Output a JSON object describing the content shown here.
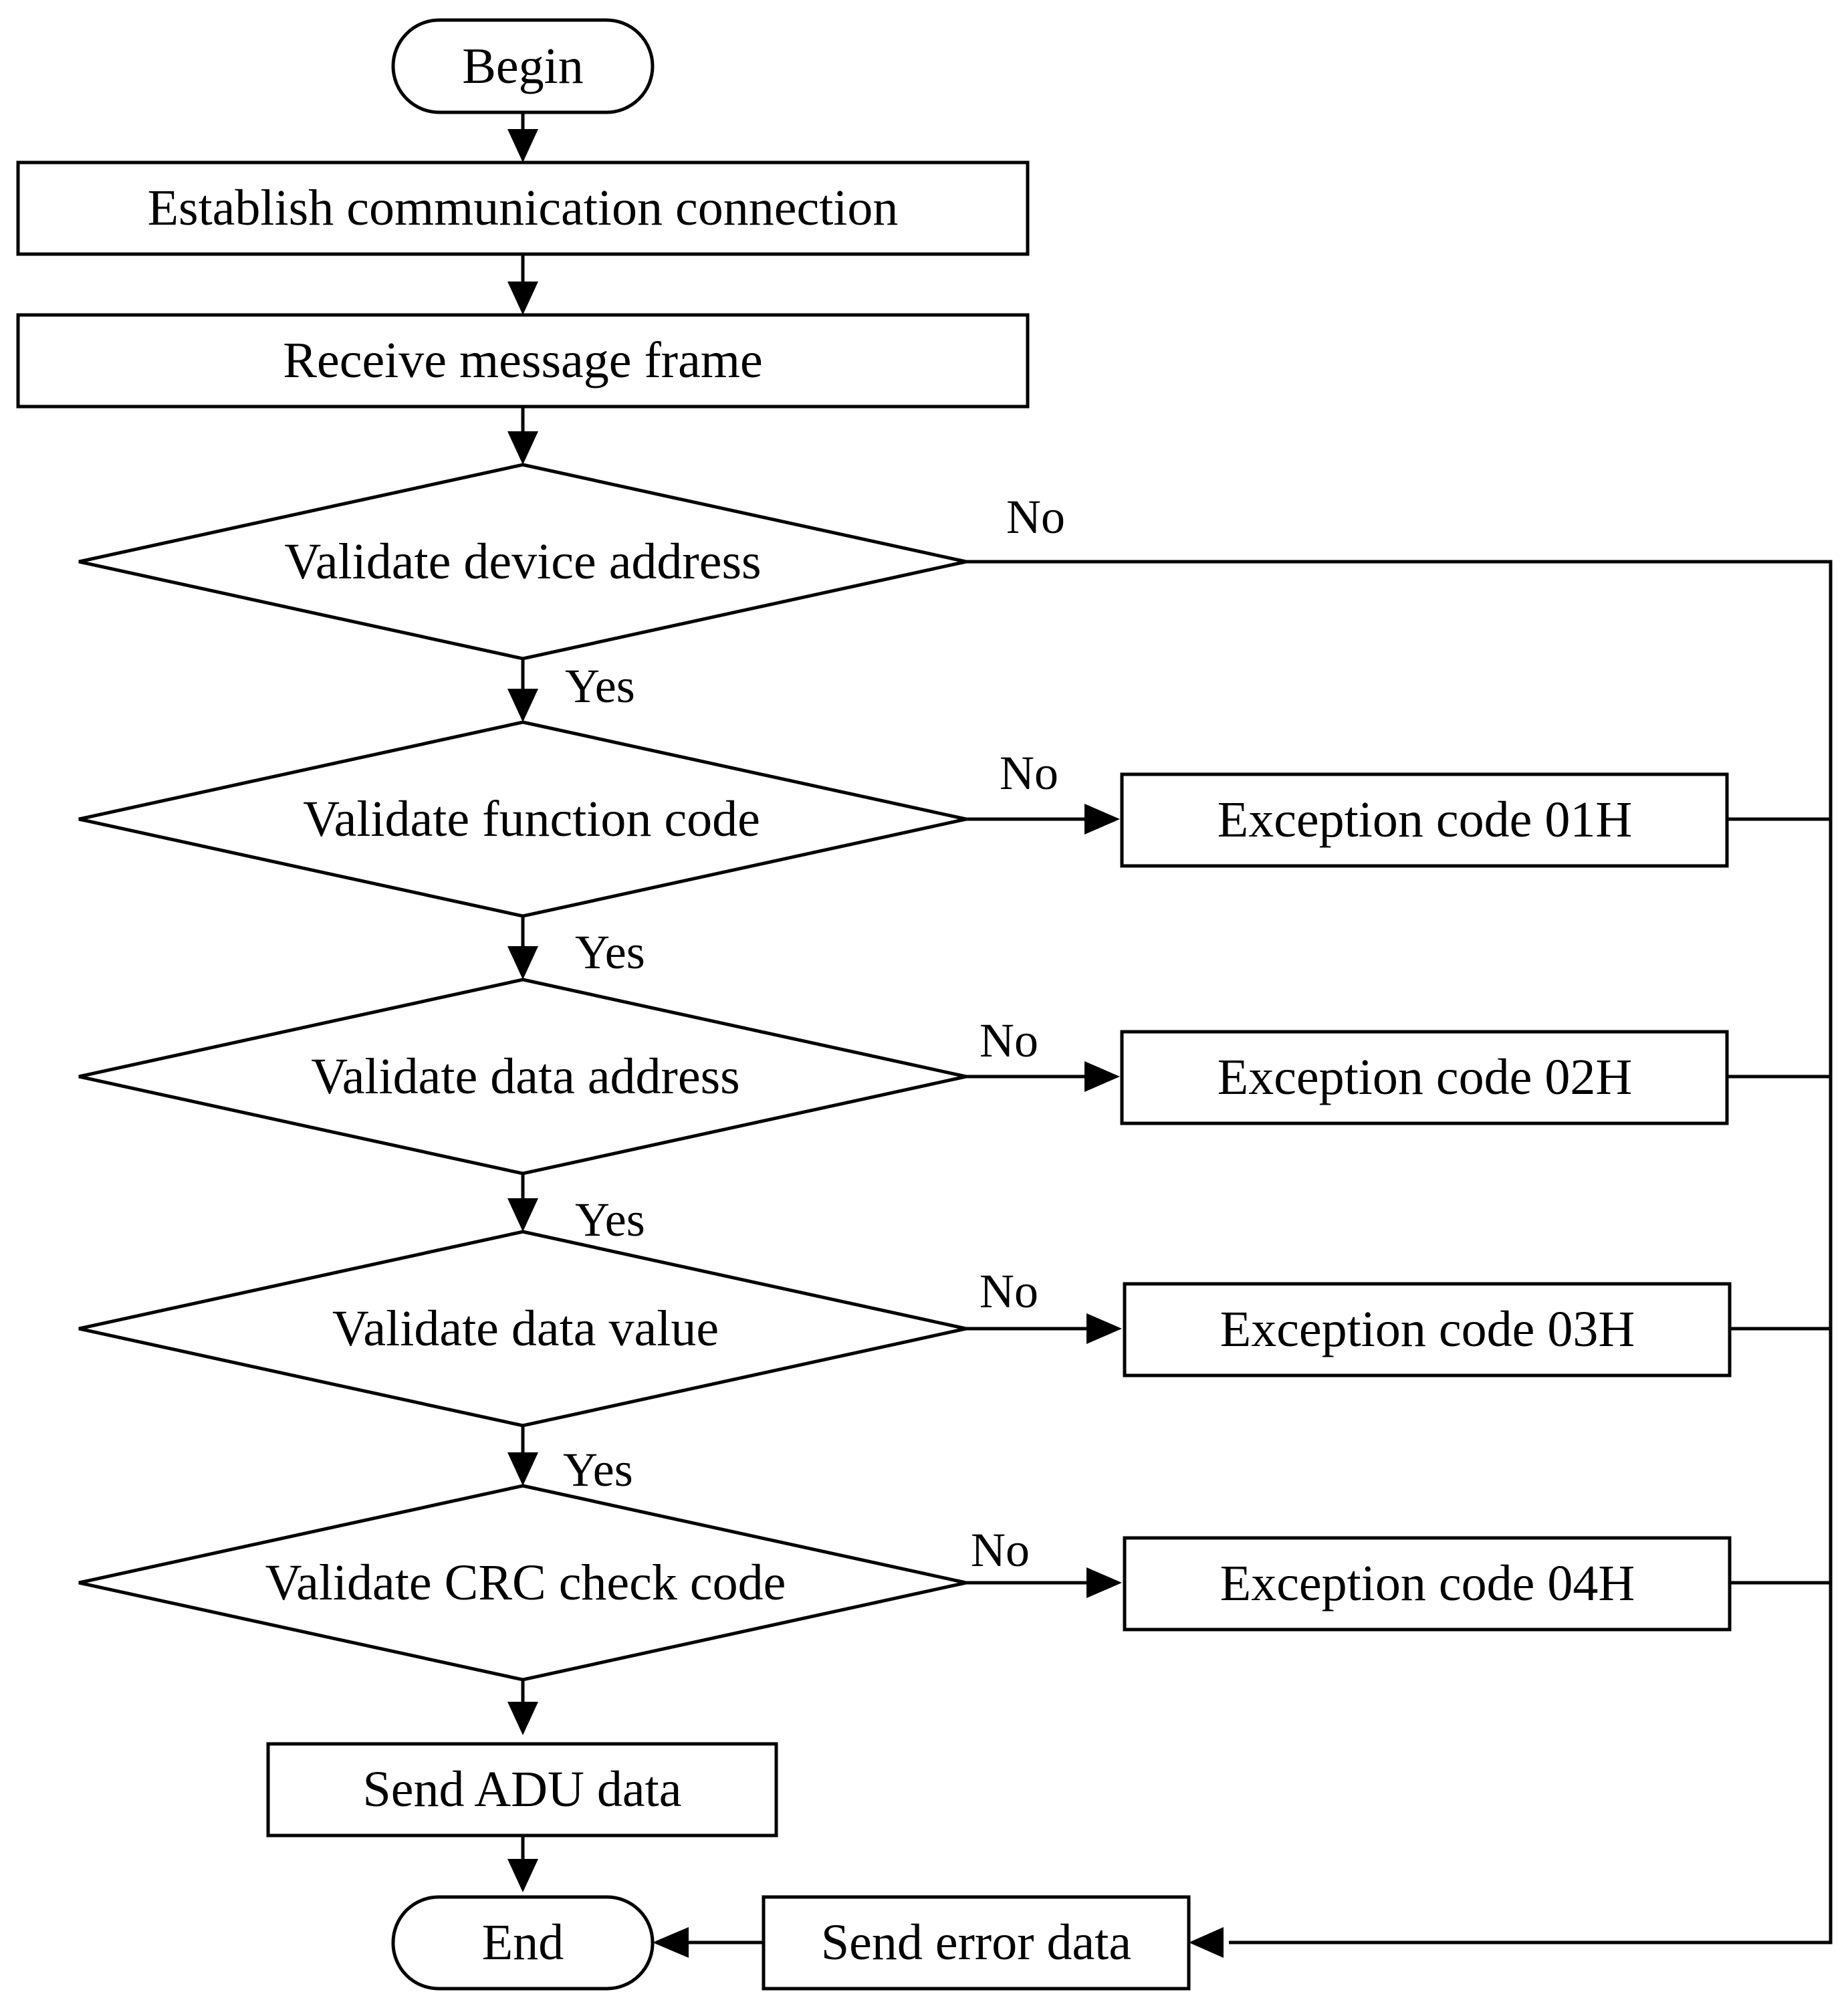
{
  "nodes": {
    "begin": "Begin",
    "establish": "Establish communication connection",
    "receive": "Receive message frame",
    "validate_device": "Validate device address",
    "validate_function": "Validate function code",
    "validate_data_address": "Validate data address",
    "validate_data_value": "Validate data value",
    "validate_crc": "Validate CRC check code",
    "exception_01": "Exception code 01H",
    "exception_02": "Exception code 02H",
    "exception_03": "Exception code 03H",
    "exception_04": "Exception code 04H",
    "send_adu": "Send ADU data",
    "send_error": "Send error data",
    "end": "End"
  },
  "edge_labels": {
    "yes": "Yes",
    "no": "No"
  }
}
